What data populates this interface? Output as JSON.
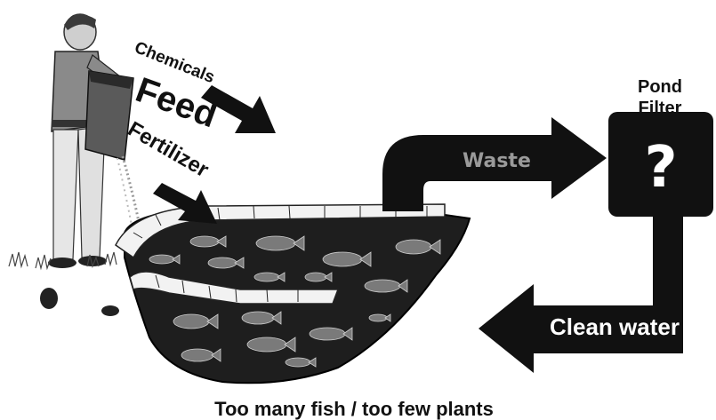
{
  "labels": {
    "chemicals": "Chemicals",
    "feed": "Feed",
    "fertilizer": "Fertilizer",
    "waste": "Waste",
    "pond_filter_line1": "Pond",
    "pond_filter_line2": "Filter",
    "filter_symbol": "?",
    "clean_water": "Clean water",
    "caption": "Too many fish / too few plants"
  },
  "colors": {
    "arrow": "#111111",
    "pond_water": "#1e1e1e",
    "fish": "#7a7a7a",
    "stone": "#f2f2f2",
    "filter_box": "#111111",
    "waste_text": "#9a9a9a"
  },
  "icons": [
    "farmer-figure",
    "pond-illustration",
    "fish-icon",
    "filter-box-icon"
  ]
}
